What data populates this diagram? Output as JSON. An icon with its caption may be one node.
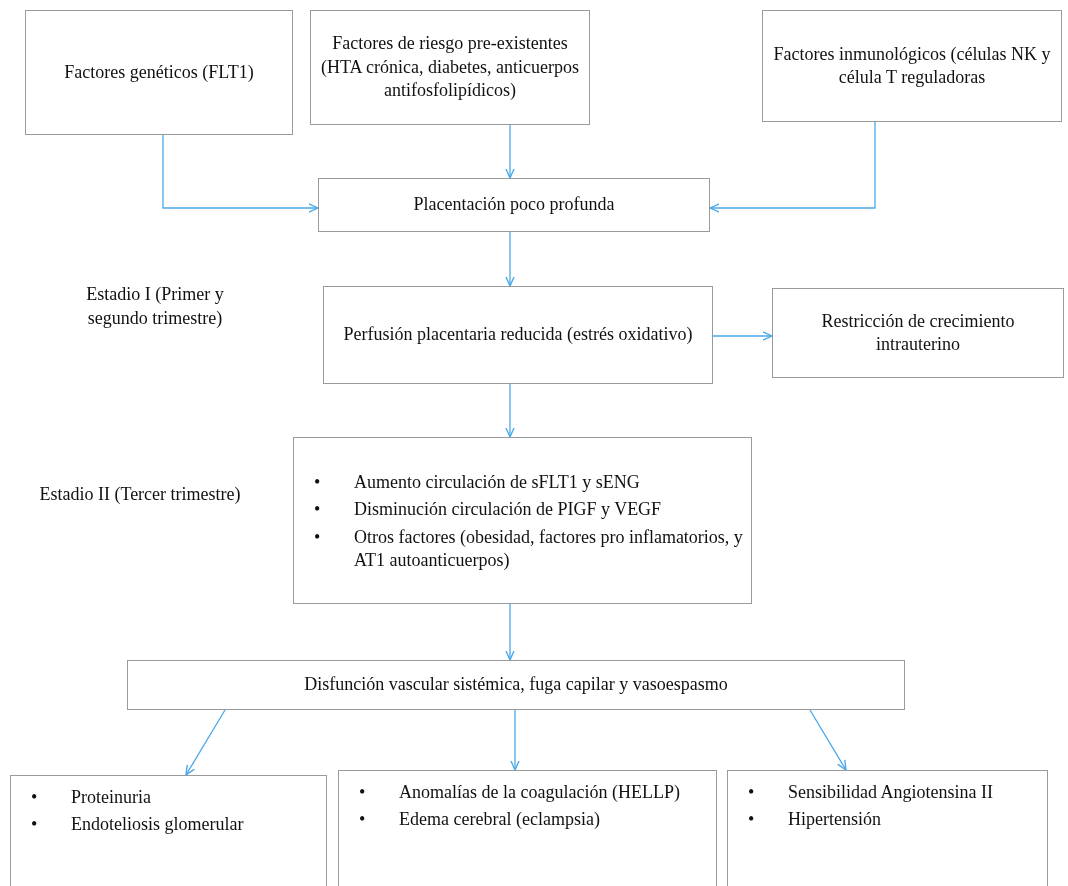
{
  "diagram": {
    "nodes": [
      {
        "text": [
          "Factores genéticos (FLT1)"
        ]
      },
      {
        "text": [
          "Factores de riesgo pre-existentes (HTA crónica, diabetes, anticuerpos antifosfolipídicos)"
        ]
      },
      {
        "text": [
          "Factores inmunológicos (células NK y célula T reguladoras"
        ]
      },
      {
        "text": [
          "Placentación poco profunda"
        ]
      },
      {
        "text": [
          "Perfusión placentaria reducida (estrés oxidativo)"
        ]
      },
      {
        "text": [
          "Restricción de crecimiento intrauterino"
        ]
      },
      {
        "text": [
          "•\tAumento circulación de sFLT1 y sENG",
          "•\tDisminución circulación de PIGF y VEGF",
          "•\tOtros factores (obesidad, factores pro inflamatorios, y AT1 autoanticuerpos)"
        ]
      },
      {
        "text": [
          "Disfunción vascular sistémica, fuga capilar y vasoespasmo"
        ]
      },
      {
        "text": [
          "•\tProteinuria",
          "•\tEndoteliosis glomerular"
        ]
      },
      {
        "text": [
          "•\tAnomalías de la coagulación (HELLP)",
          "•\tEdema cerebral (eclampsia)"
        ]
      },
      {
        "text": [
          "•\tSensibilidad Angiotensina II",
          "•\tHipertensión"
        ]
      }
    ],
    "edges": [
      {
        "from": 0,
        "to": 3,
        "arrow": "to"
      },
      {
        "from": 1,
        "to": 3,
        "arrow": "to"
      },
      {
        "from": 2,
        "to": 3,
        "arrow": "to"
      },
      {
        "from": 3,
        "to": 4,
        "arrow": "to"
      },
      {
        "from": 4,
        "to": 5,
        "arrow": "to"
      },
      {
        "from": 4,
        "to": 6,
        "arrow": "to"
      },
      {
        "from": 6,
        "to": 7,
        "arrow": "to"
      },
      {
        "from": 7,
        "to": 8,
        "arrow": "to"
      },
      {
        "from": 7,
        "to": 9,
        "arrow": "to"
      },
      {
        "from": 7,
        "to": 10,
        "arrow": "to"
      }
    ],
    "labels": [
      "Estadio I (Primer y segundo trimestre)",
      "Estadio II (Tercer trimestre)"
    ]
  }
}
